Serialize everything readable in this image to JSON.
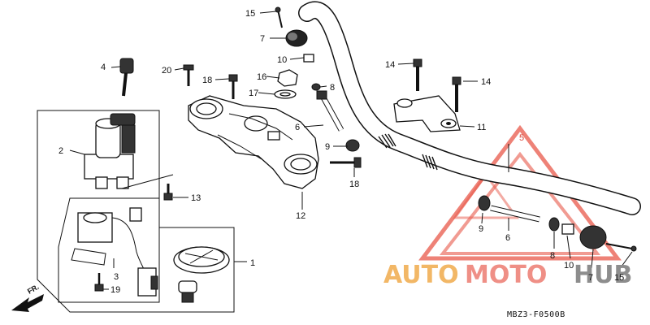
{
  "callouts": {
    "c1": "1",
    "c2": "2",
    "c3": "3",
    "c4": "4",
    "c5": "5",
    "c6a": "6",
    "c6b": "6",
    "c7a": "7",
    "c7b": "7",
    "c8a": "8",
    "c8b": "8",
    "c9a": "9",
    "c9b": "9",
    "c10a": "10",
    "c10b": "10",
    "c11": "11",
    "c12": "12",
    "c13": "13",
    "c14a": "14",
    "c14b": "14",
    "c15a": "15",
    "c15b": "15",
    "c16": "16",
    "c17": "17",
    "c18a": "18",
    "c18b": "18",
    "c19": "19",
    "c20": "20"
  },
  "diagram_code": "MBZ3-F0500B",
  "direction_label": "FR.",
  "watermark": {
    "auto": "AUTO",
    "moto": "MOTO",
    "hub": "HUB"
  },
  "colors": {
    "line": "#111111",
    "watermark_triangle": "#e8584a",
    "watermark_auto": "#f2b766",
    "watermark_moto": "#ef8f86",
    "watermark_hub": "#8d8d8d"
  }
}
